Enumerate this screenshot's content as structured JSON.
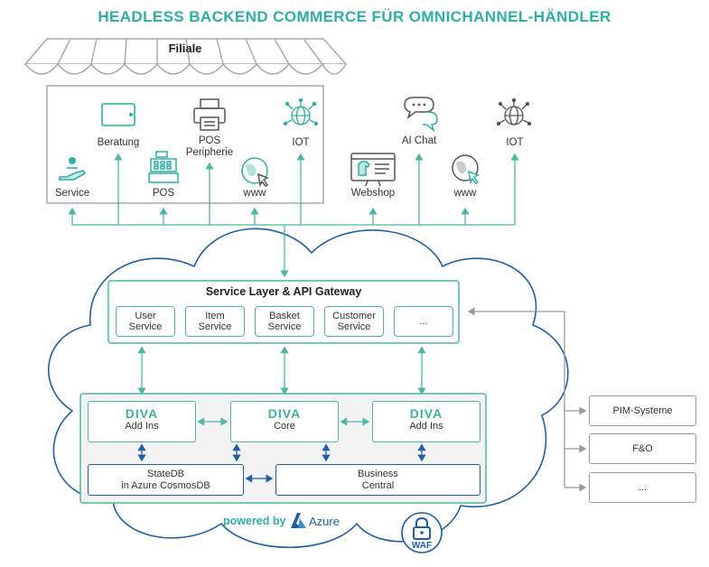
{
  "title": "HEADLESS BACKEND COMMERCE FÜR OMNICHANNEL-HÄNDLER",
  "store": {
    "label": "Filiale",
    "channels": [
      {
        "label": "Service",
        "icon": "hand-service-icon"
      },
      {
        "label": "Beratung",
        "icon": "tablet-icon"
      },
      {
        "label": "POS",
        "icon": "cash-register-icon"
      },
      {
        "label": "POS\nPeripherie",
        "icon": "printer-icon"
      },
      {
        "label": "www",
        "icon": "globe-cursor-icon"
      },
      {
        "label": "IOT",
        "icon": "iot-globe-icon"
      }
    ]
  },
  "online": {
    "channels": [
      {
        "label": "Webshop",
        "icon": "webshop-monitor-icon"
      },
      {
        "label": "AI Chat",
        "icon": "chat-bubbles-icon"
      },
      {
        "label": "www",
        "icon": "globe-cursor-icon"
      },
      {
        "label": "IOT",
        "icon": "iot-globe-icon"
      }
    ]
  },
  "gateway": {
    "title": "Service Layer & API Gateway",
    "services": [
      "User\nService",
      "Item\nService",
      "Basket\nService",
      "Customer\nService",
      "..."
    ]
  },
  "core": {
    "modules": [
      {
        "brand": "DIVA",
        "sub": "Add Ins"
      },
      {
        "brand": "DIVA",
        "sub": "Core"
      },
      {
        "brand": "DIVA",
        "sub": "Add Ins"
      }
    ],
    "statedb": "StateDB\nin Azure CosmosDB",
    "business": "Business\nCentral"
  },
  "powered": {
    "text": "powered by",
    "brand": "Azure"
  },
  "waf": "WAF",
  "external": [
    "PIM-Systeme",
    "F&O",
    "..."
  ],
  "colors": {
    "teal": "#2bb0a3",
    "green": "#4ab8a4",
    "blue": "#1f5fa8",
    "gray": "#999999"
  }
}
